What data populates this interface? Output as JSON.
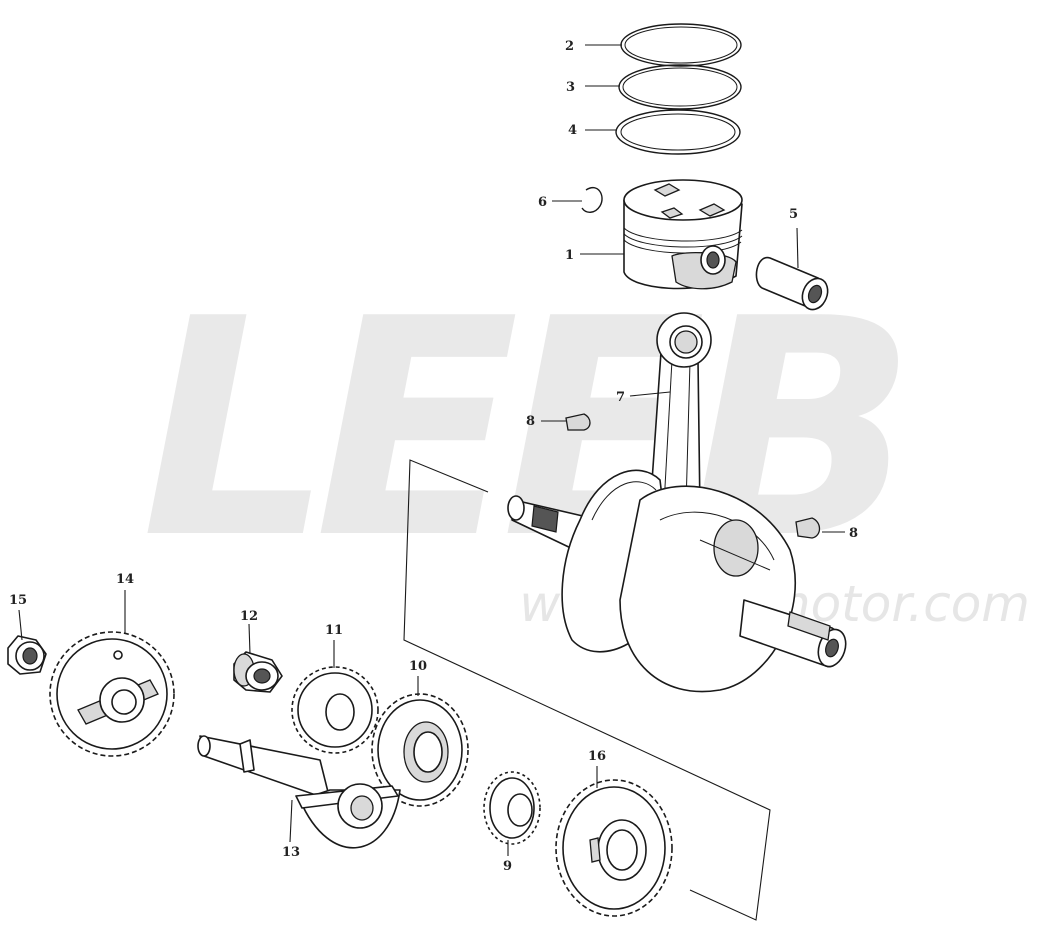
{
  "watermark": {
    "brand": "LEEB",
    "url": "www.leebmotor.com"
  },
  "colors": {
    "line": "#1a1a1a",
    "watermark": "#e9e9e9",
    "shade": "#d9d9d9",
    "background": "#ffffff"
  },
  "labels": {
    "p1": "1",
    "p2": "2",
    "p3": "3",
    "p4": "4",
    "p5": "5",
    "p6": "6",
    "p7": "7",
    "p8a": "8",
    "p8b": "8",
    "p9": "9",
    "p10": "10",
    "p11": "11",
    "p12": "12",
    "p13": "13",
    "p14": "14",
    "p15": "15",
    "p16": "16"
  }
}
